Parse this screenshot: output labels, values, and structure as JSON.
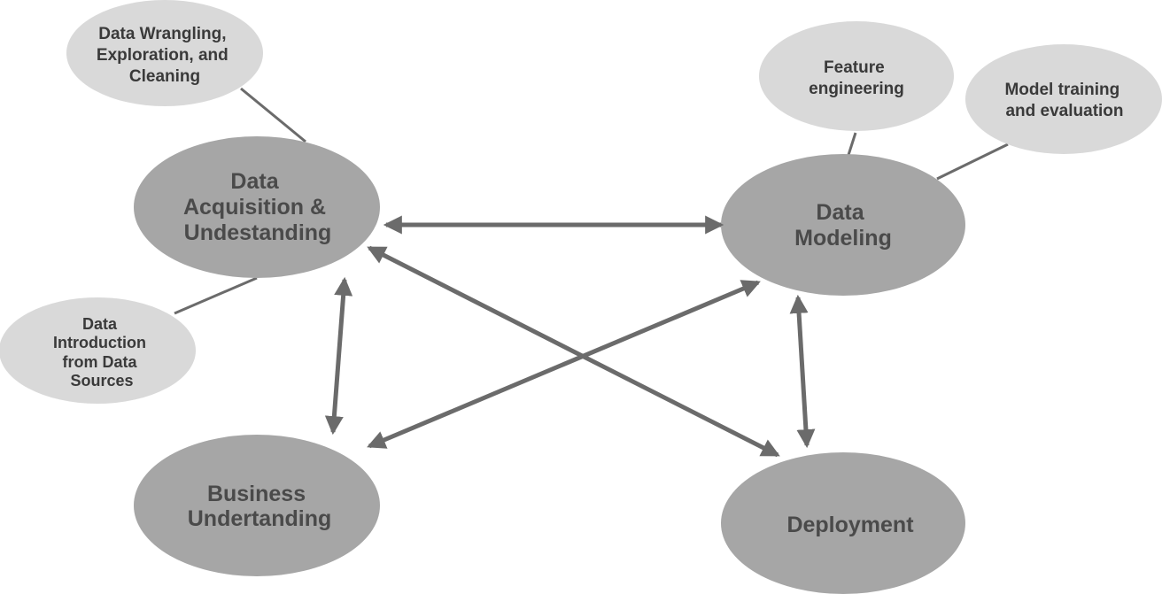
{
  "diagram": {
    "nodes": {
      "data_acquisition": {
        "lines": [
          "Data",
          "Acquisition &",
          "Undestanding"
        ]
      },
      "data_modeling": {
        "lines": [
          "Data",
          "Modeling"
        ]
      },
      "business_understanding": {
        "lines": [
          "Business",
          "Undertanding"
        ]
      },
      "deployment": {
        "lines": [
          "Deployment"
        ]
      },
      "data_wrangling": {
        "lines": [
          "Data Wrangling,",
          "Exploration, and",
          "Cleaning"
        ]
      },
      "data_introduction": {
        "lines": [
          "Data",
          "Introduction",
          "from Data",
          "Sources"
        ]
      },
      "feature_engineering": {
        "lines": [
          "Feature",
          "engineering"
        ]
      },
      "model_training": {
        "lines": [
          "Model training",
          "and evaluation"
        ]
      }
    },
    "edges": [
      {
        "from": "data_acquisition",
        "to": "data_modeling",
        "bidirectional": true
      },
      {
        "from": "data_acquisition",
        "to": "business_understanding",
        "bidirectional": true
      },
      {
        "from": "data_acquisition",
        "to": "deployment",
        "bidirectional": true
      },
      {
        "from": "data_modeling",
        "to": "business_understanding",
        "bidirectional": true
      },
      {
        "from": "data_modeling",
        "to": "deployment",
        "bidirectional": true
      },
      {
        "from": "data_acquisition",
        "to": "data_wrangling",
        "bidirectional": false
      },
      {
        "from": "data_acquisition",
        "to": "data_introduction",
        "bidirectional": false
      },
      {
        "from": "data_modeling",
        "to": "feature_engineering",
        "bidirectional": false
      },
      {
        "from": "data_modeling",
        "to": "model_training",
        "bidirectional": false
      }
    ],
    "colors": {
      "major_node": "#a6a6a6",
      "minor_node": "#d9d9d9",
      "connector": "#6b6b6b",
      "major_text": "#4a4a4a",
      "minor_text": "#3a3a3a"
    }
  }
}
